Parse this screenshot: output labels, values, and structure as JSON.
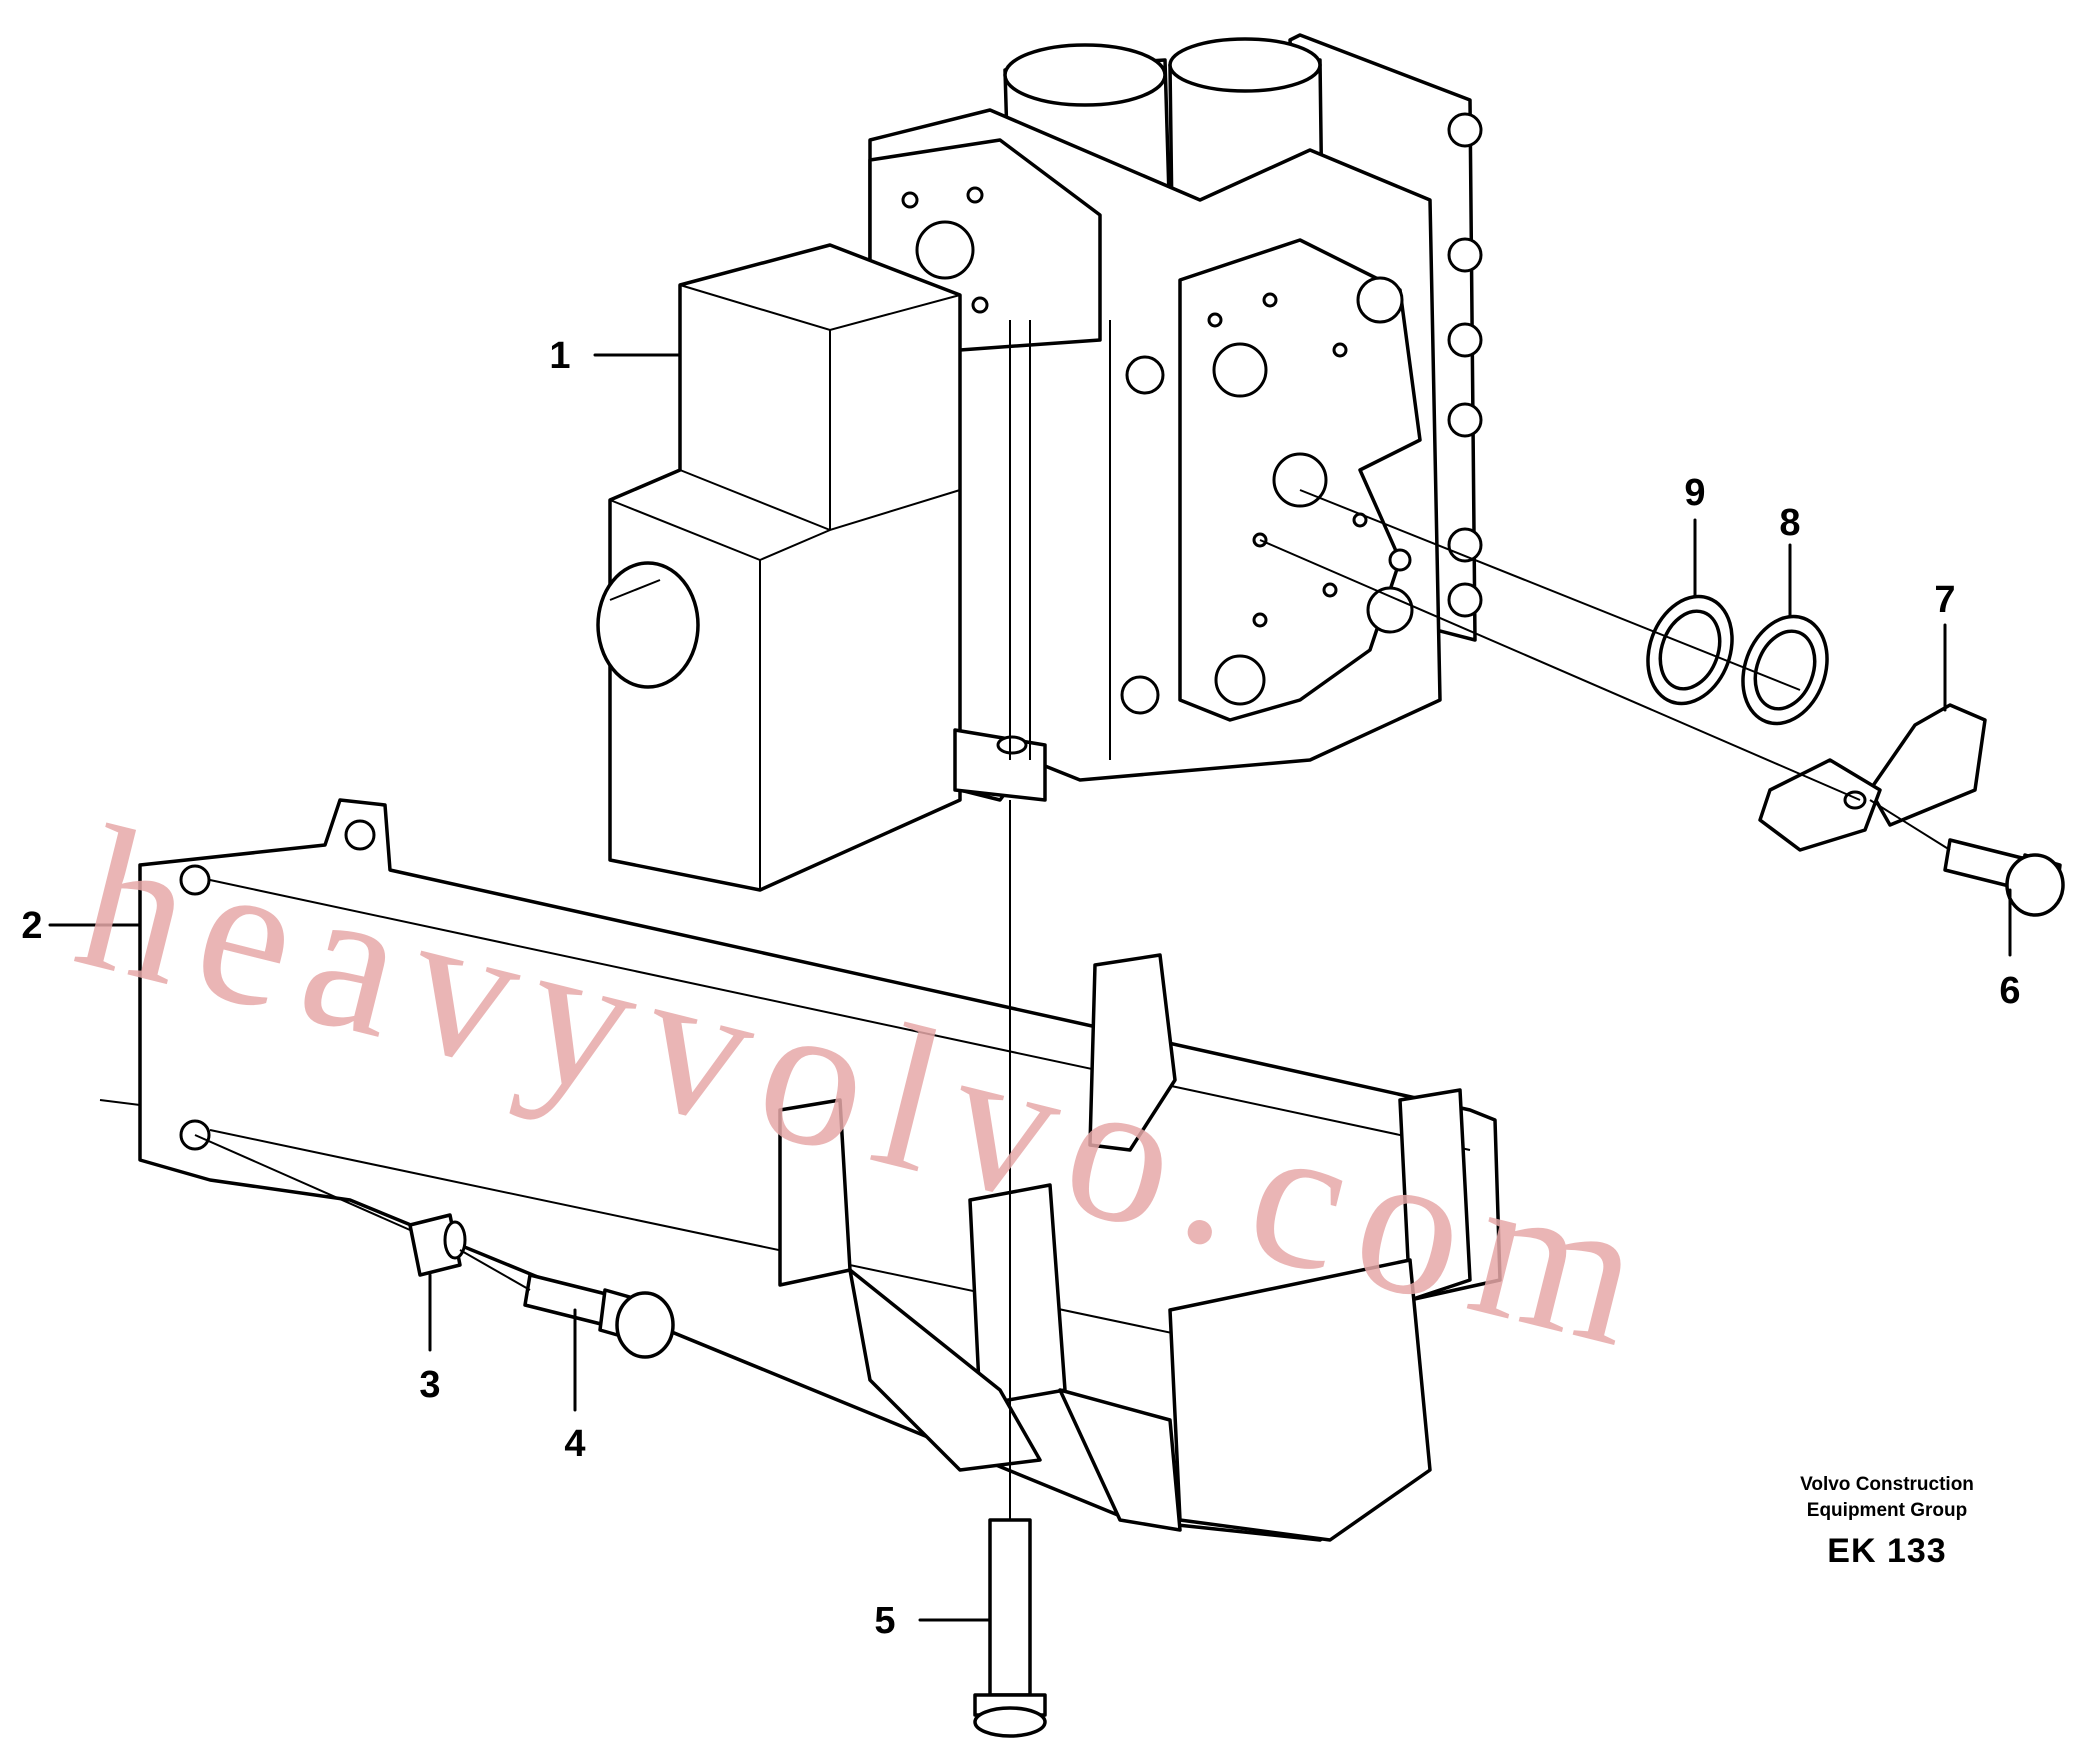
{
  "diagram": {
    "callouts": [
      {
        "id": "1",
        "label": "1"
      },
      {
        "id": "2",
        "label": "2"
      },
      {
        "id": "3",
        "label": "3"
      },
      {
        "id": "4",
        "label": "4"
      },
      {
        "id": "5",
        "label": "5"
      },
      {
        "id": "6",
        "label": "6"
      },
      {
        "id": "7",
        "label": "7"
      },
      {
        "id": "8",
        "label": "8"
      },
      {
        "id": "9",
        "label": "9"
      }
    ]
  },
  "footer": {
    "company_line1": "Volvo Construction",
    "company_line2": "Equipment Group",
    "drawing_code": "EK 133"
  },
  "watermark": {
    "text": "heavyvolvo.com"
  }
}
